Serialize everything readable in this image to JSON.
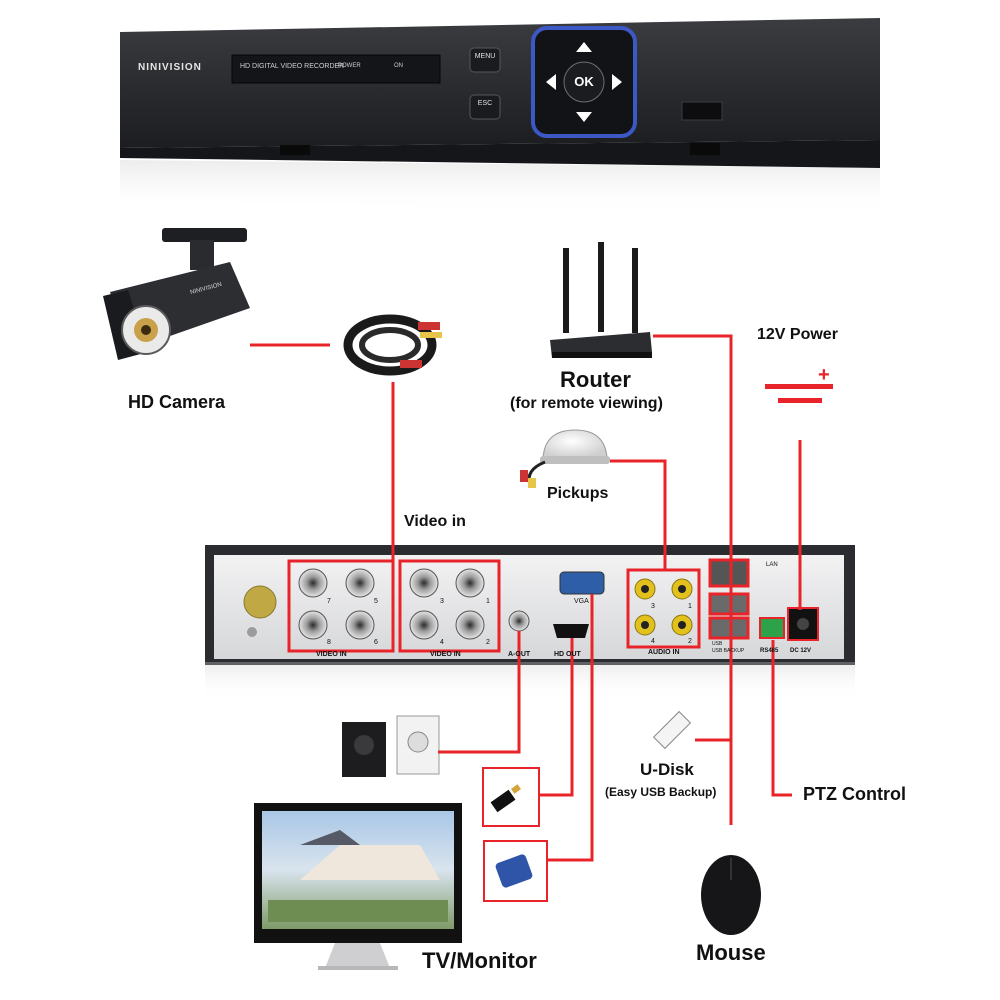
{
  "colors": {
    "wire": "#e8242a",
    "chassis": "#2a2c30",
    "panel": "#e4e5e6",
    "accent_blue": "#3b58c4"
  },
  "dvr_front": {
    "brand": "NINIVISION",
    "display_text": "HD DIGITAL VIDEO RECORDER",
    "power_label": "POWER",
    "on_label": "ON",
    "menu_label": "MENU",
    "esc_label": "ESC",
    "ok_label": "OK"
  },
  "camera": {
    "brand": "NINIVISION"
  },
  "labels": {
    "hd_camera": "HD Camera",
    "router": "Router",
    "router_sub": "(for remote viewing)",
    "power": "12V Power",
    "pickups": "Pickups",
    "video_in": "Video in",
    "u_disk": "U-Disk",
    "u_disk_sub": "(Easy USB Backup)",
    "ptz": "PTZ Control",
    "tv": "TV/Monitor",
    "mouse": "Mouse"
  },
  "rear_panel": {
    "video_in_label": "VIDEO IN",
    "bnc_group_left": [
      "7",
      "5",
      "8",
      "6"
    ],
    "bnc_group_right": [
      "3",
      "1",
      "4",
      "2"
    ],
    "a_out_label": "A-OUT",
    "vga_label": "VGA",
    "hd_out_label": "HD OUT",
    "audio_in_label": "AUDIO IN",
    "audio_numbers": [
      "3",
      "1",
      "4",
      "2"
    ],
    "lan_label": "LAN",
    "usb_label": "USB",
    "usb_backup_label": "USB BACKUP",
    "rs485_label": "RS485",
    "dc_label": "DC 12V"
  }
}
